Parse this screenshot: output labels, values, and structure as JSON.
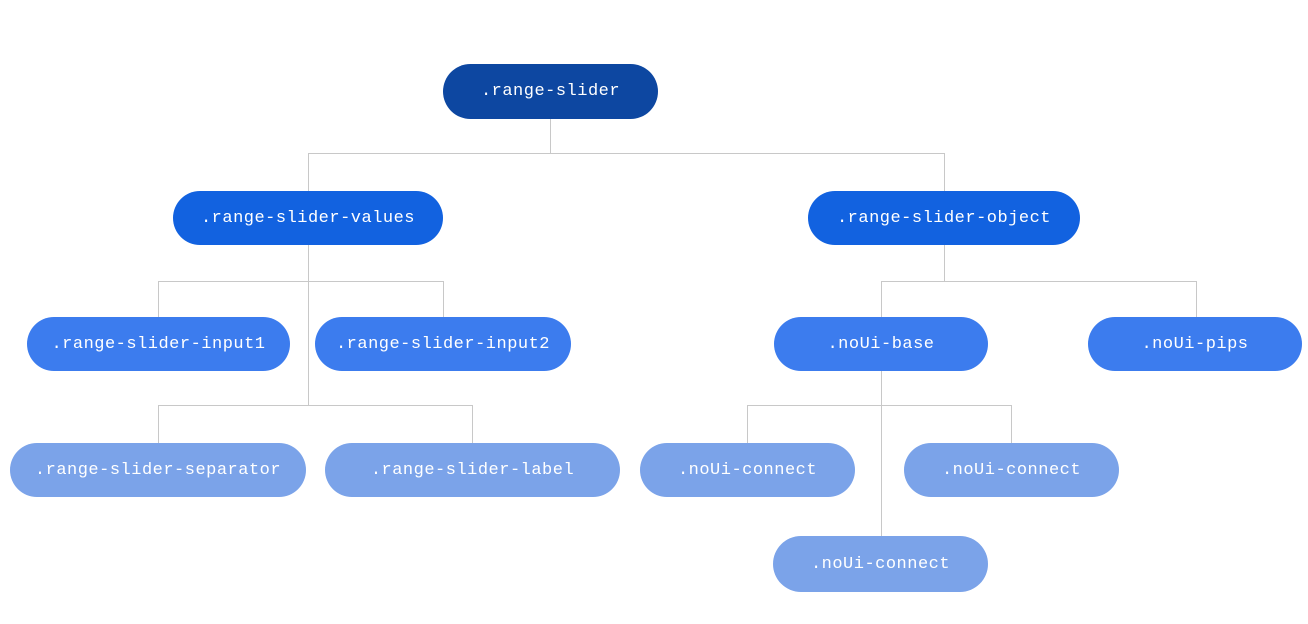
{
  "diagram": {
    "type": "tree",
    "description_colors": {
      "level1_fill": "#0d47a1",
      "level2_fill": "#1262e0",
      "level3_fill": "#3c7cee",
      "level4_fill": "#7ba3e9",
      "connector": "#c8c8c8",
      "label_text": "#ffffff",
      "background": "#ffffff"
    },
    "nodes": [
      {
        "label": ".range-slider",
        "level": 1,
        "parent": null
      },
      {
        "label": ".range-slider-values",
        "level": 2,
        "parent": ".range-slider"
      },
      {
        "label": ".range-slider-object",
        "level": 2,
        "parent": ".range-slider"
      },
      {
        "label": ".range-slider-input1",
        "level": 3,
        "parent": ".range-slider-values"
      },
      {
        "label": ".range-slider-input2",
        "level": 3,
        "parent": ".range-slider-values"
      },
      {
        "label": ".range-slider-separator",
        "level": 4,
        "parent": ".range-slider-values"
      },
      {
        "label": ".range-slider-label",
        "level": 4,
        "parent": ".range-slider-values"
      },
      {
        "label": ".noUi-base",
        "level": 3,
        "parent": ".range-slider-object"
      },
      {
        "label": ".noUi-pips",
        "level": 3,
        "parent": ".range-slider-object"
      },
      {
        "label": ".noUi-connect",
        "level": 4,
        "parent": ".noUi-base"
      },
      {
        "label": ".noUi-connect",
        "level": 4,
        "parent": ".noUi-base"
      },
      {
        "label": ".noUi-connect",
        "level": 4,
        "parent": ".noUi-base"
      }
    ]
  }
}
